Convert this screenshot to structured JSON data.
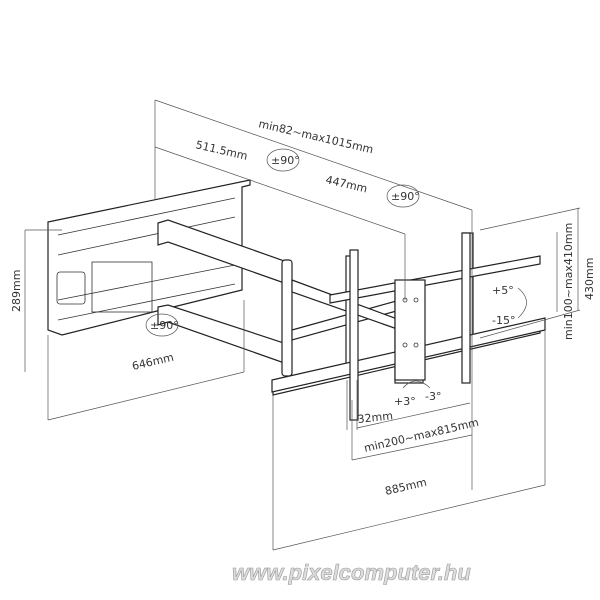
{
  "dimensions": {
    "total_extension": "min82~max1015mm",
    "arm_first": "511.5mm",
    "arm_second": "447mm",
    "wall_plate_height": "289mm",
    "wall_plate_width": "646mm",
    "vertical_spacing": "min100~max410mm",
    "vertical_total": "430mm",
    "bracket_depth": "32mm",
    "horizontal_spacing": "min200~max815mm",
    "horizontal_total": "885mm"
  },
  "rotations": {
    "joint_top": "±90°",
    "joint_head": "±90°",
    "joint_wall": "±90°",
    "tilt_up": "+5°",
    "tilt_down": "-15°",
    "swivel_left": "+3°",
    "swivel_right": "-3°"
  },
  "watermark": "www.pixelcomputer.hu"
}
